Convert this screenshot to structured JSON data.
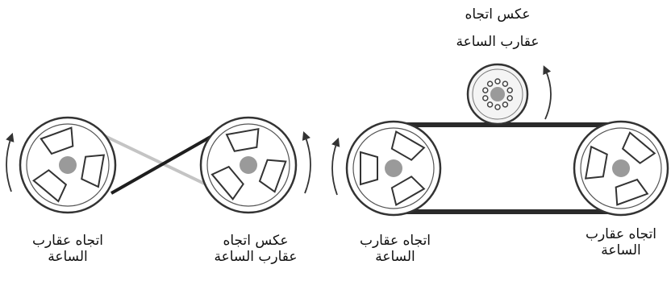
{
  "labels": {
    "left_wheel": {
      "line1": "اتجاه عقارب",
      "line2": "الساعة"
    },
    "cross_right": {
      "line1": "عكس اتجاه",
      "line2": "عقارب الساعة"
    },
    "open_left": {
      "line1": "اتجاه عقارب",
      "line2": "الساعة"
    },
    "open_right": {
      "line1": "اتجاه عقارب",
      "line2": "الساعة"
    },
    "idler": {
      "line1": "عكس اتجاه",
      "line2": "عقارب الساعة"
    }
  },
  "colors": {
    "rim": "#333333",
    "hub": "#9a9a9a",
    "belt_dark": "#1e1e1e",
    "belt_light": "#c4c4c4",
    "arrow": "#333333"
  }
}
